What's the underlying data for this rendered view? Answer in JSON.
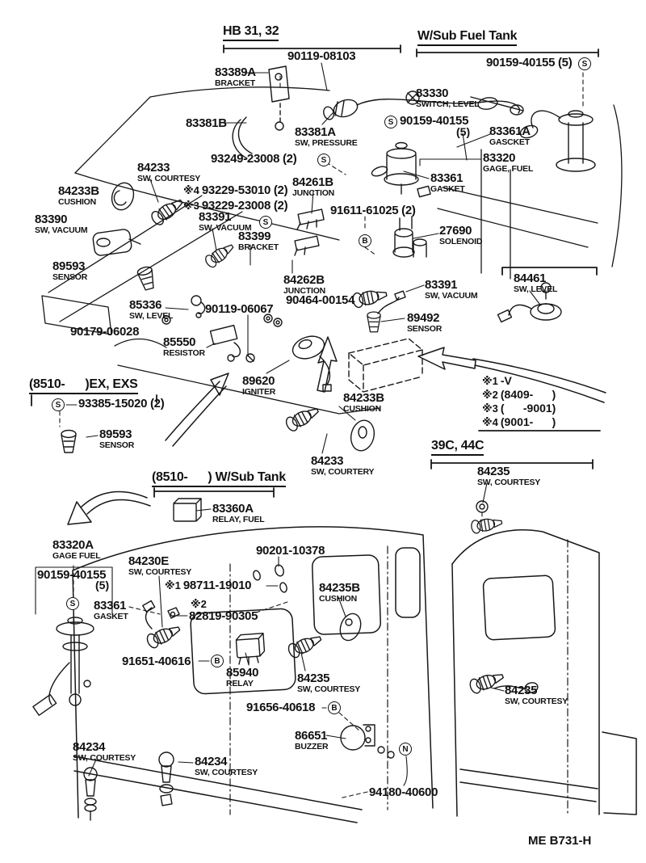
{
  "doc": {
    "code": "ME B731-H"
  },
  "headers": {
    "hb": "HB 31, 32",
    "wsft": "W/Sub Fuel Tank",
    "exexs": "(8510-      )EX, EXS",
    "wst": "(8510-      ) W/Sub Tank",
    "c3944": "39C, 44C"
  },
  "legend": {
    "rows": [
      {
        "mark": "※1",
        "val": "-V"
      },
      {
        "mark": "※2",
        "val": "(8409-      )"
      },
      {
        "mark": "※3",
        "val": "(      -9001)"
      },
      {
        "mark": "※4",
        "val": "(9001-      )"
      }
    ]
  },
  "symbols": {
    "s": "S",
    "b": "B",
    "n": "N"
  },
  "parts": {
    "p1": {
      "num": "90119-08103"
    },
    "p2": {
      "num": "83389A",
      "name": "BRACKET"
    },
    "p3": {
      "num": "83381B"
    },
    "p4": {
      "num": "83381A",
      "name": "SW, PRESSURE"
    },
    "p5": {
      "num": "93249-23008 (2)"
    },
    "p6": {
      "num": "90159-40155 (5)"
    },
    "p7": {
      "num": "83330",
      "name": "SWITCH, LEVEL"
    },
    "p8": {
      "num": "90159-40155",
      "qty": "(5)"
    },
    "p9": {
      "num": "83361A",
      "name": "GASCKET"
    },
    "p10": {
      "num": "83320",
      "name": "GAGE, FUEL"
    },
    "p11": {
      "num": "84233",
      "name": "SW, COURTESY"
    },
    "p12": {
      "mark": "※4",
      "num": "93229-53010 (2)"
    },
    "p13": {
      "mark": "※3",
      "num": "93229-23008 (2)"
    },
    "p14": {
      "num": "84261B",
      "name": "JUNCTION"
    },
    "p15": {
      "num": "91611-61025 (2)"
    },
    "p16": {
      "num": "84233B",
      "name": "CUSHION"
    },
    "p17": {
      "num": "83390",
      "name": "SW, VACUUM"
    },
    "p18": {
      "num": "83391",
      "name": "SW, VACUUM"
    },
    "p19": {
      "num": "83399",
      "name": "BRACKET"
    },
    "p20": {
      "num": "83361",
      "name": "GASKET"
    },
    "p21": {
      "num": "27690",
      "name": "SOLENOID"
    },
    "p22": {
      "num": "89593",
      "name": "SENSOR"
    },
    "p23": {
      "num": "84262B",
      "name": "JUNCTION"
    },
    "p24": {
      "num": "90464-00154"
    },
    "p25": {
      "num": "83391",
      "name": "SW, VACUUM"
    },
    "p26": {
      "num": "85336",
      "name": "SW, LEVEL"
    },
    "p27": {
      "num": "90119-06067"
    },
    "p28": {
      "num": "90179-06028"
    },
    "p29": {
      "num": "85550",
      "name": "RESISTOR"
    },
    "p30": {
      "num": "89492",
      "name": "SENSOR"
    },
    "p31": {
      "num": "84461",
      "name": "SW, LEVEL"
    },
    "p32": {
      "num": "89620",
      "name": "IGNITER"
    },
    "p33": {
      "num": "93385-15020 (2)"
    },
    "p34": {
      "num": "89593",
      "name": "SENSOR"
    },
    "p35": {
      "num": "84233B",
      "name": "CUSHION"
    },
    "p36": {
      "num": "84233",
      "name": "SW, COURTERY"
    },
    "p37": {
      "num": "84235",
      "name": "SW, COURTESY"
    },
    "p38": {
      "num": "83360A",
      "name": "RELAY, FUEL"
    },
    "p39": {
      "num": "83320A",
      "name": "GAGE FUEL"
    },
    "p40": {
      "num": "90159-40155",
      "qty": "(5)"
    },
    "p41": {
      "num": "83361",
      "name": "GASKET"
    },
    "p42": {
      "num": "84230E",
      "name": "SW, COURTESY"
    },
    "p43": {
      "num": "90201-10378"
    },
    "p44": {
      "mark": "※1",
      "num": "98711-19010"
    },
    "p45": {
      "mark": "※2",
      "num": "82819-90305"
    },
    "p46": {
      "num": "84235B",
      "name": "CUSHION"
    },
    "p47": {
      "num": "91651-40616"
    },
    "p48": {
      "num": "85940",
      "name": "RELAY"
    },
    "p49": {
      "num": "84235",
      "name": "SW, COURTESY"
    },
    "p50": {
      "num": "91656-40618"
    },
    "p51": {
      "num": "86651",
      "name": "BUZZER"
    },
    "p52": {
      "num": "94180-40600"
    },
    "p53": {
      "num": "84234",
      "name": "SW, COURTESY"
    },
    "p54": {
      "num": "84234",
      "name": "SW, COURTESY"
    },
    "p55": {
      "num": "84235",
      "name": "SW, COURTESY"
    }
  }
}
